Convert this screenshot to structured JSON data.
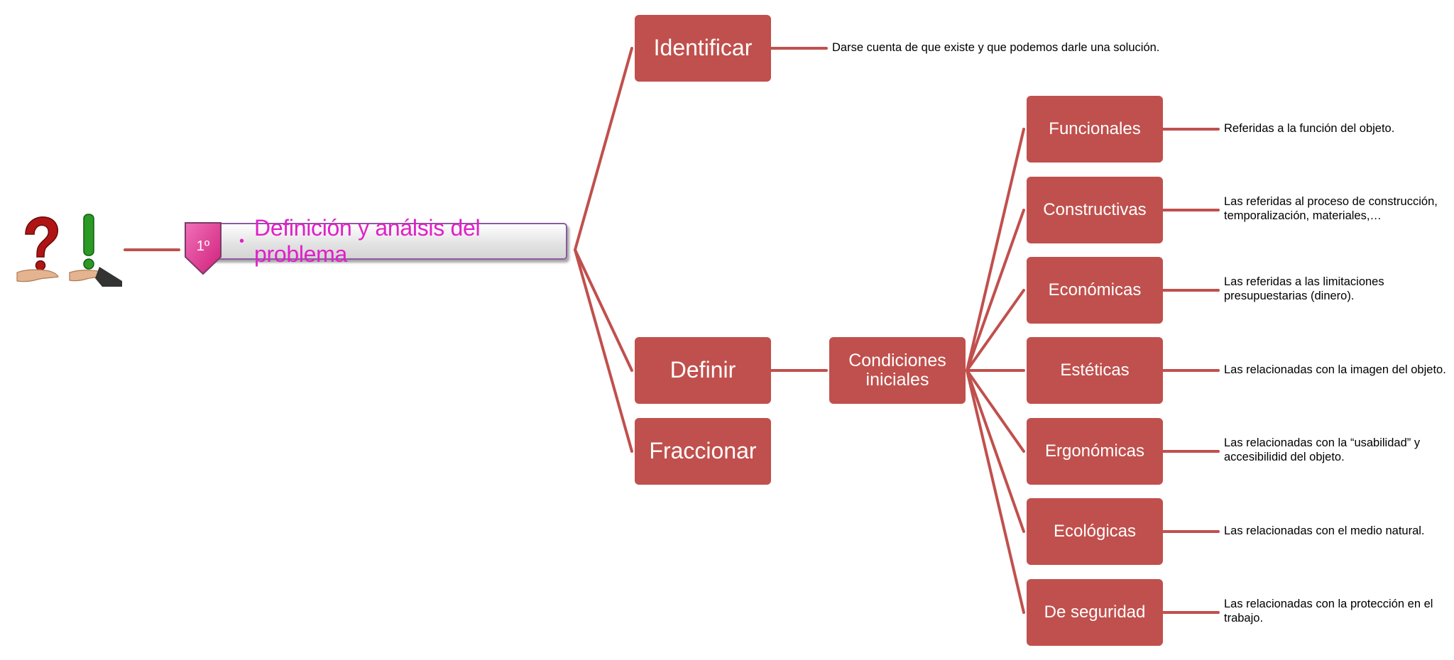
{
  "colors": {
    "box": "#c0504d",
    "line": "#c0504d",
    "title_text": "#e020c8",
    "badge": "#e8489a"
  },
  "title": {
    "badge": "1º",
    "bullet": "•",
    "text": "Definición y análsis del problema"
  },
  "steps": [
    {
      "label": "Identificar",
      "description": "Darse cuenta de que existe y que podemos darle una solución."
    },
    {
      "label": "Definir"
    },
    {
      "label": "Fraccionar"
    }
  ],
  "conditions": {
    "label_line1": "Condiciones",
    "label_line2": "iniciales"
  },
  "condition_types": [
    {
      "label": "Funcionales",
      "description": "Referidas a la función del objeto."
    },
    {
      "label": "Constructivas",
      "description_line1": "Las referidas al proceso de construcción,",
      "description_line2": "temporalización, materiales,…"
    },
    {
      "label": "Económicas",
      "description_line1": "Las referidas a las limitaciones",
      "description_line2": "presupuestarias (dinero)."
    },
    {
      "label": "Estéticas",
      "description": "Las relacionadas con la imagen del objeto."
    },
    {
      "label": "Ergonómicas",
      "description_line1": "Las relacionadas con la “usabilidad” y",
      "description_line2": "accesibilidid del objeto."
    },
    {
      "label": "Ecológicas",
      "description": "Las relacionadas con el medio natural."
    },
    {
      "label": "De seguridad",
      "description_line1": "Las relacionadas con la protección en el",
      "description_line2": "trabajo."
    }
  ],
  "icons": {
    "question": "question-mark-icon",
    "exclamation": "exclamation-mark-icon",
    "hands": "open-hand-icon"
  }
}
